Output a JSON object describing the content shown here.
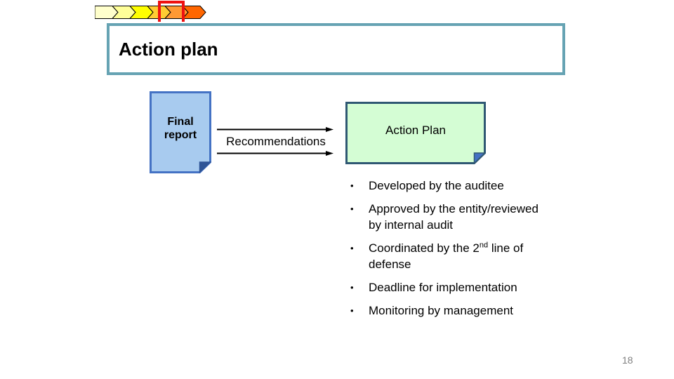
{
  "slide": {
    "title": "Action plan",
    "page_number": "18"
  },
  "decor": {
    "chevron_colors": [
      "#ffffcc",
      "#ffff99",
      "#ffff00",
      "#ffcc33",
      "#ff9933",
      "#ff6600"
    ],
    "chevron_outline": "#000000",
    "highlighted_chevron_index": 4,
    "highlight_box_color": "#ee1111",
    "title_border_color": "#66a3b3"
  },
  "diagram": {
    "final_report": {
      "label_line1": "Final",
      "label_line2": "report",
      "fill": "#a8cbef",
      "border": "#4472c4",
      "fold": "#2f5597"
    },
    "connector": {
      "label": "Recommendations",
      "color": "#000000"
    },
    "action_plan": {
      "label": "Action Plan",
      "fill": "#d4fdd4",
      "border": "#2f5873",
      "fold": "#4472c4"
    }
  },
  "bullets": {
    "marker": "•",
    "items": [
      {
        "lines": [
          {
            "pre": "Developed by the auditee",
            "sup": "",
            "post": ""
          }
        ]
      },
      {
        "lines": [
          {
            "pre": "Approved by the entity/reviewed",
            "sup": "",
            "post": ""
          },
          {
            "pre": "by internal audit",
            "sup": "",
            "post": ""
          }
        ]
      },
      {
        "lines": [
          {
            "pre": "Coordinated by the 2",
            "sup": "nd",
            "post": " line of"
          },
          {
            "pre": "defense",
            "sup": "",
            "post": ""
          }
        ]
      },
      {
        "lines": [
          {
            "pre": "Deadline for implementation",
            "sup": "",
            "post": ""
          }
        ]
      },
      {
        "lines": [
          {
            "pre": "Monitoring by management",
            "sup": "",
            "post": ""
          }
        ]
      }
    ]
  }
}
